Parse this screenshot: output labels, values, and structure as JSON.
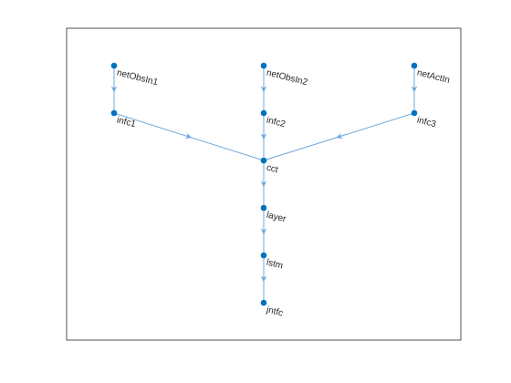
{
  "graph": {
    "node_color": "#0072BD",
    "edge_color": "#6FA8DC",
    "axes_border_color": "#262626",
    "nodes": [
      {
        "id": "netObsIn1",
        "label": "netObsIn1"
      },
      {
        "id": "netObsIn2",
        "label": "netObsIn2"
      },
      {
        "id": "netActIn",
        "label": "netActIn"
      },
      {
        "id": "infc1",
        "label": "infc1"
      },
      {
        "id": "infc2",
        "label": "infc2"
      },
      {
        "id": "infc3",
        "label": "infc3"
      },
      {
        "id": "cct",
        "label": "cct"
      },
      {
        "id": "layer",
        "label": "layer"
      },
      {
        "id": "lstm",
        "label": "lstm"
      },
      {
        "id": "jntfc",
        "label": "jntfc"
      }
    ],
    "edges": [
      {
        "from": "netObsIn1",
        "to": "infc1"
      },
      {
        "from": "netObsIn2",
        "to": "infc2"
      },
      {
        "from": "netActIn",
        "to": "infc3"
      },
      {
        "from": "infc1",
        "to": "cct"
      },
      {
        "from": "infc2",
        "to": "cct"
      },
      {
        "from": "infc3",
        "to": "cct"
      },
      {
        "from": "cct",
        "to": "layer"
      },
      {
        "from": "layer",
        "to": "lstm"
      },
      {
        "from": "lstm",
        "to": "jntfc"
      }
    ]
  }
}
